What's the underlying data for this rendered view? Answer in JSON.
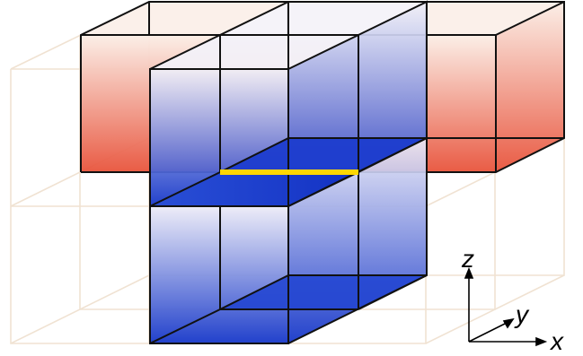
{
  "diagram": {
    "axes": {
      "x": "x",
      "y": "y",
      "z": "z"
    },
    "colors": {
      "background": "#ffffff",
      "grid_line": "#f0e2d2",
      "edge": "#111111",
      "red_light": "#fbeee6",
      "red_dark": "#e8533b",
      "blue_light": "#f1f0f8",
      "blue_dark": "#1637c9",
      "highlight": "#ffd700"
    }
  }
}
